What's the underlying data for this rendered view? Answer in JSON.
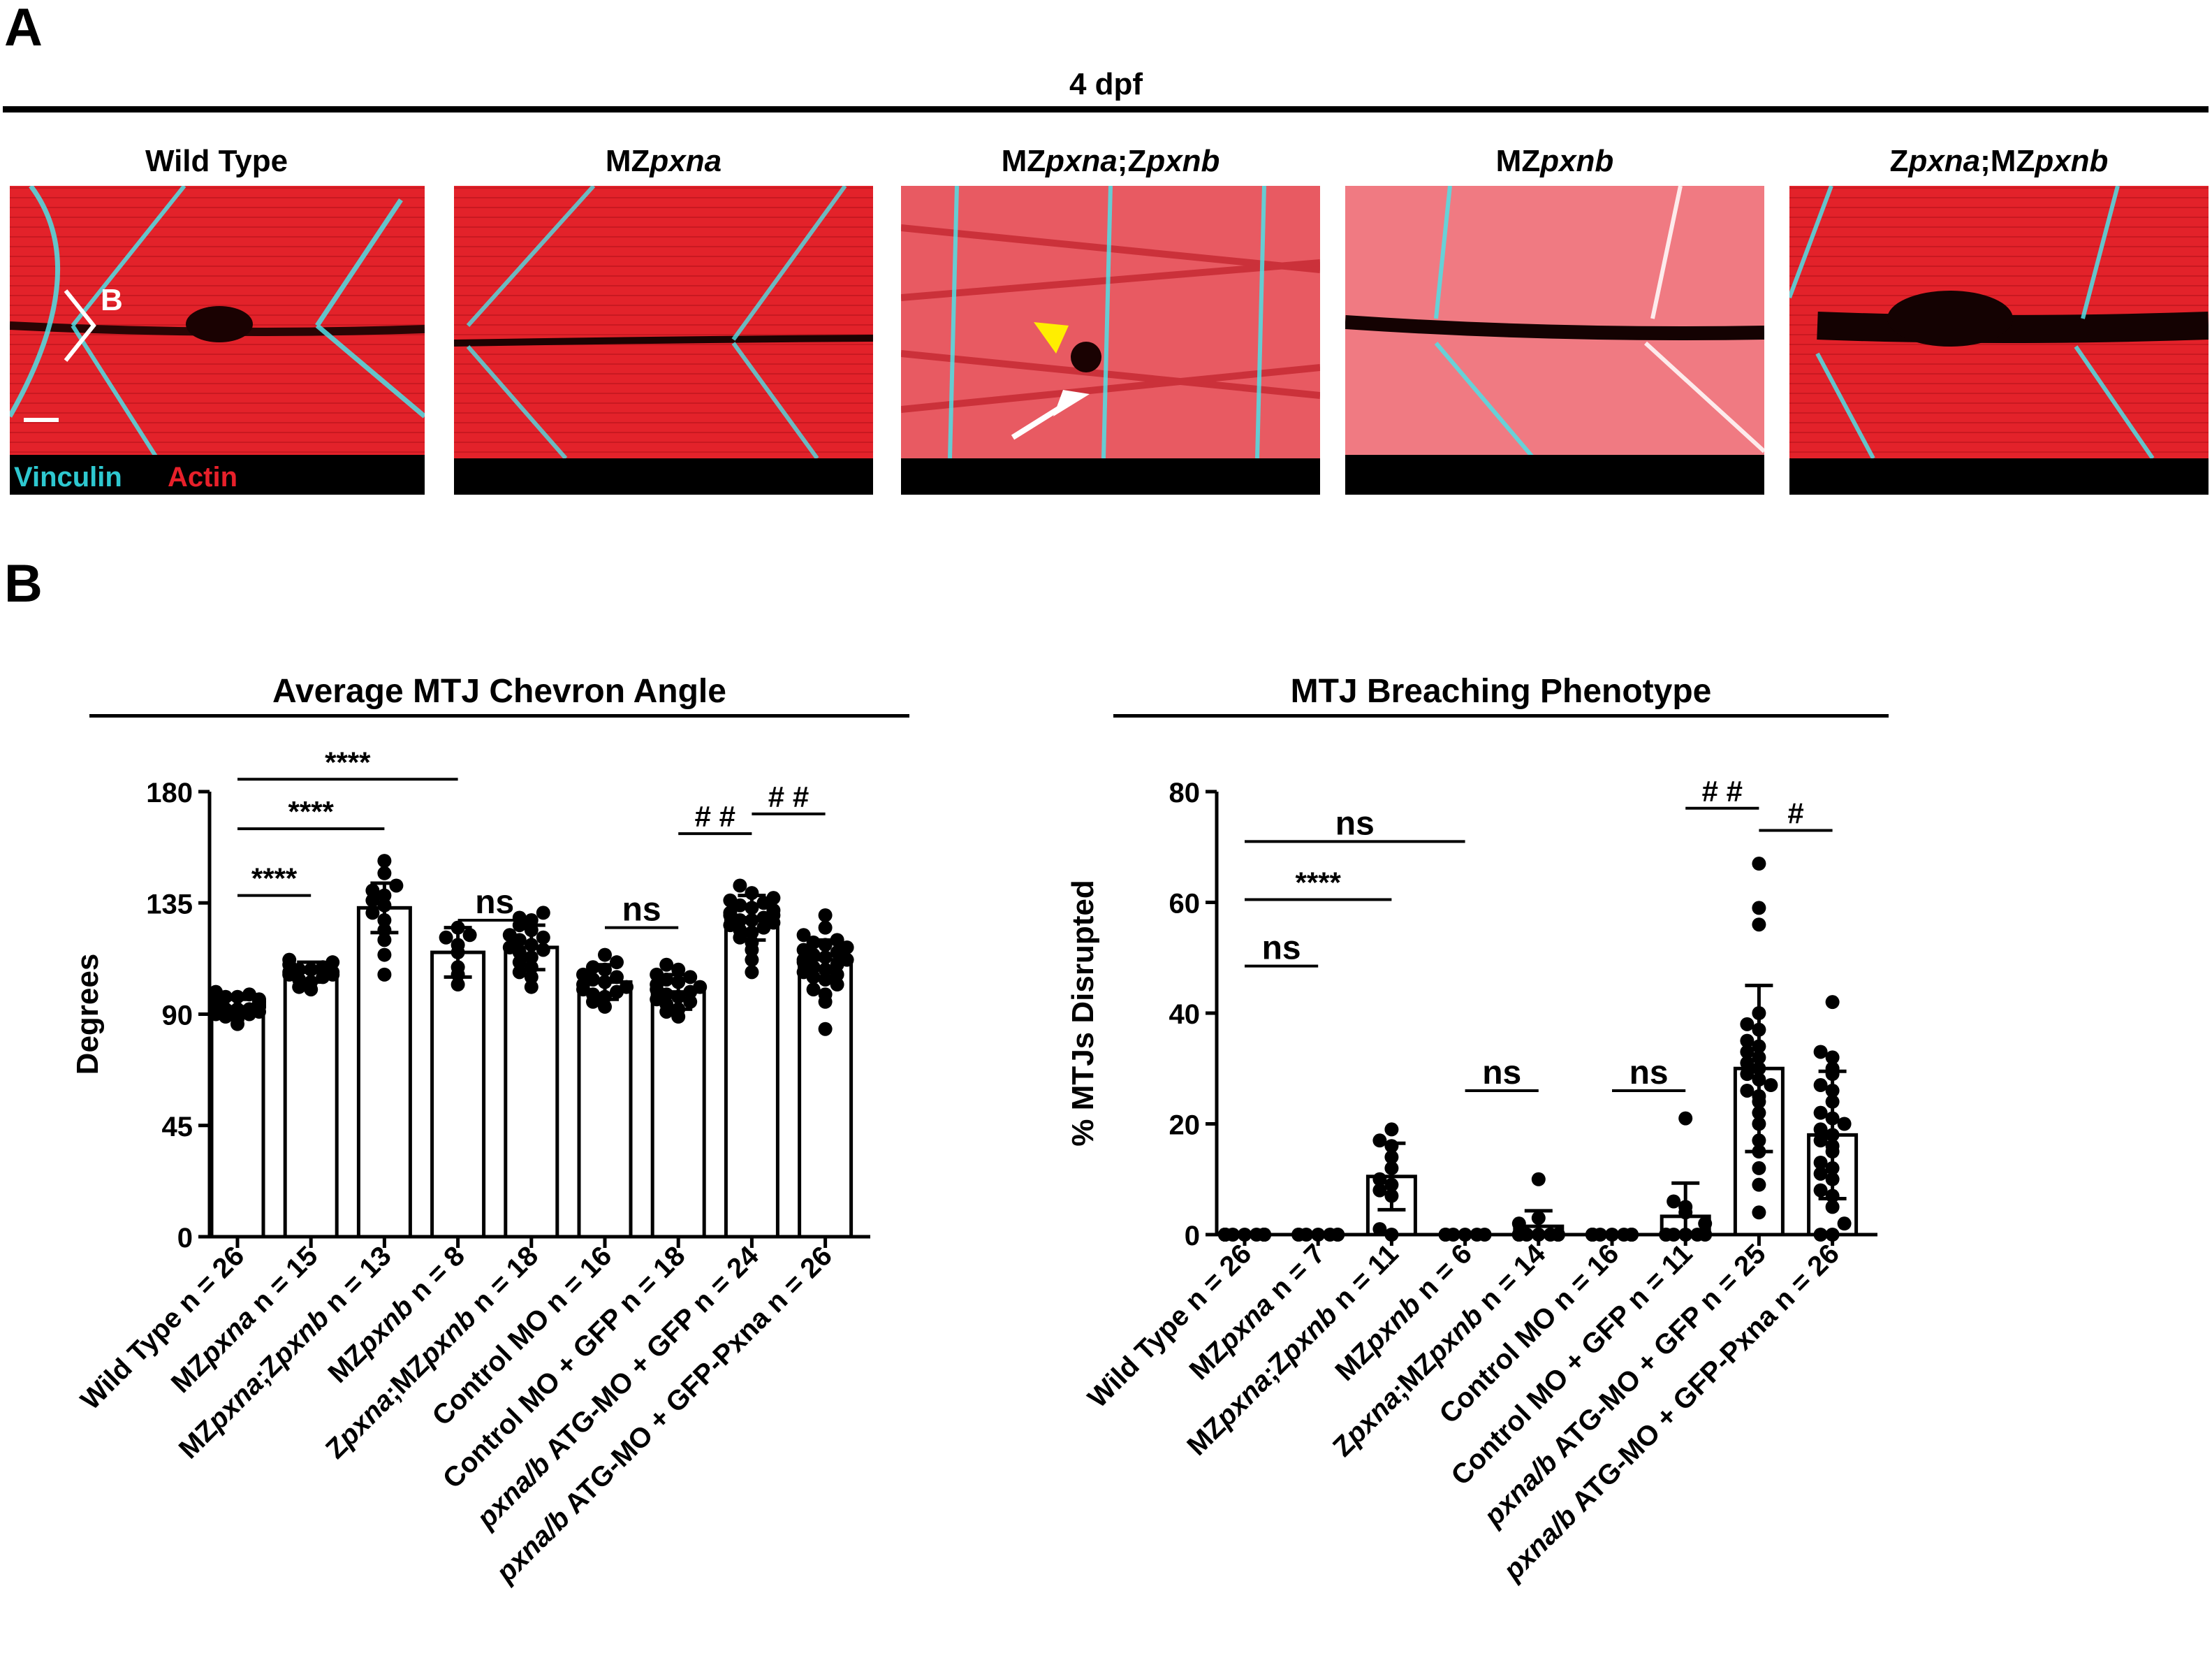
{
  "panel_a": {
    "letter": "A",
    "timepoint": "4 dpf",
    "panels": [
      {
        "title_parts": [
          {
            "t": "Wild Type",
            "i": false
          }
        ]
      },
      {
        "title_parts": [
          {
            "t": "MZ",
            "i": false
          },
          {
            "t": "pxna",
            "i": true
          }
        ]
      },
      {
        "title_parts": [
          {
            "t": "MZ",
            "i": false
          },
          {
            "t": "pxna",
            "i": true
          },
          {
            "t": ";Z",
            "i": false
          },
          {
            "t": "pxnb",
            "i": true
          }
        ]
      },
      {
        "title_parts": [
          {
            "t": "MZ",
            "i": false
          },
          {
            "t": "pxnb",
            "i": true
          }
        ]
      },
      {
        "title_parts": [
          {
            "t": "Z",
            "i": false
          },
          {
            "t": "pxna",
            "i": true
          },
          {
            "t": ";MZ",
            "i": false
          },
          {
            "t": "pxnb",
            "i": true
          }
        ]
      }
    ],
    "angle_label": "B",
    "stain_labels": [
      {
        "text": "Vinculin",
        "color": "#2ec8d0"
      },
      {
        "text": "Actin",
        "color": "#e8202a"
      }
    ],
    "colors": {
      "actin": "#e8202a",
      "vinculin": "#4fe0e6",
      "background": "#000000"
    }
  },
  "panel_b": {
    "letter": "B"
  },
  "chart_data": [
    {
      "type": "bar",
      "title": "Average MTJ Chevron Angle",
      "ylabel": "Degrees",
      "ylim": [
        0,
        180
      ],
      "yticks": [
        0,
        45,
        90,
        135,
        180
      ],
      "categories": [
        [
          {
            "t": "Wild Type n = 26",
            "i": false
          }
        ],
        [
          {
            "t": "MZ",
            "i": false
          },
          {
            "t": "pxna",
            "i": true
          },
          {
            "t": " n = 15",
            "i": false
          }
        ],
        [
          {
            "t": "MZ",
            "i": false
          },
          {
            "t": "pxna",
            "i": true
          },
          {
            "t": ";Z",
            "i": false
          },
          {
            "t": "pxnb",
            "i": true
          },
          {
            "t": " n = 13",
            "i": false
          }
        ],
        [
          {
            "t": "MZ",
            "i": false
          },
          {
            "t": "pxnb",
            "i": true
          },
          {
            "t": " n = 8",
            "i": false
          }
        ],
        [
          {
            "t": "Z",
            "i": false
          },
          {
            "t": "pxna",
            "i": true
          },
          {
            "t": ";MZ",
            "i": false
          },
          {
            "t": "pxnb",
            "i": true
          },
          {
            "t": " n = 18",
            "i": false
          }
        ],
        [
          {
            "t": "Control MO n = 16",
            "i": false
          }
        ],
        [
          {
            "t": "Control MO + GFP n = 18",
            "i": false
          }
        ],
        [
          {
            "t": "pxna/b",
            "i": true
          },
          {
            "t": " ATG-MO + GFP n = 24",
            "i": false
          }
        ],
        [
          {
            "t": "pxna/b",
            "i": true
          },
          {
            "t": " ATG-MO + GFP-Pxna n = 26",
            "i": false
          }
        ]
      ],
      "values": [
        93,
        107,
        133,
        115,
        117,
        103,
        99,
        129,
        112
      ],
      "error": [
        3,
        4,
        10,
        10,
        9,
        7,
        7,
        9,
        8
      ],
      "points": [
        [
          86,
          88,
          89,
          90,
          90,
          91,
          91,
          92,
          92,
          92,
          93,
          93,
          93,
          93,
          94,
          94,
          94,
          95,
          95,
          95,
          96,
          96,
          97,
          97,
          98,
          99
        ],
        [
          100,
          101,
          103,
          104,
          105,
          106,
          106,
          107,
          107,
          108,
          108,
          109,
          110,
          111,
          112
        ],
        [
          106,
          114,
          120,
          124,
          128,
          131,
          134,
          136,
          138,
          140,
          142,
          147,
          152
        ],
        [
          102,
          106,
          109,
          115,
          118,
          121,
          122,
          125
        ],
        [
          101,
          105,
          107,
          109,
          111,
          113,
          115,
          116,
          117,
          118,
          120,
          121,
          122,
          124,
          126,
          128,
          129,
          131
        ],
        [
          93,
          95,
          97,
          98,
          99,
          100,
          101,
          102,
          103,
          104,
          105,
          106,
          108,
          109,
          111,
          114
        ],
        [
          89,
          91,
          92,
          94,
          95,
          96,
          97,
          98,
          99,
          100,
          101,
          102,
          103,
          104,
          105,
          106,
          108,
          110
        ],
        [
          107,
          112,
          116,
          119,
          121,
          123,
          124,
          125,
          126,
          127,
          128,
          128,
          129,
          130,
          130,
          131,
          132,
          133,
          134,
          135,
          136,
          137,
          139,
          142
        ],
        [
          84,
          95,
          98,
          100,
          102,
          104,
          105,
          106,
          107,
          108,
          109,
          110,
          111,
          112,
          112,
          113,
          114,
          115,
          116,
          117,
          118,
          119,
          120,
          122,
          125,
          130
        ]
      ],
      "significance": [
        {
          "from": 0,
          "to": 1,
          "label": "****",
          "y": 138
        },
        {
          "from": 0,
          "to": 2,
          "label": "****",
          "y": 165
        },
        {
          "from": 0,
          "to": 3,
          "label": "****",
          "y": 185
        },
        {
          "from": 3,
          "to": 4,
          "label": "ns",
          "y": 128
        },
        {
          "from": 5,
          "to": 6,
          "label": "ns",
          "y": 125
        },
        {
          "from": 6,
          "to": 7,
          "label": "##",
          "y": 163
        },
        {
          "from": 7,
          "to": 8,
          "label": "##",
          "y": 171
        }
      ]
    },
    {
      "type": "bar",
      "title": "MTJ Breaching Phenotype",
      "ylabel": "% MTJs Disrupted",
      "ylim": [
        0,
        80
      ],
      "yticks": [
        0,
        20,
        40,
        60,
        80
      ],
      "categories": [
        [
          {
            "t": "Wild Type n = 26",
            "i": false
          }
        ],
        [
          {
            "t": "MZ",
            "i": false
          },
          {
            "t": "pxna",
            "i": true
          },
          {
            "t": " n = 7",
            "i": false
          }
        ],
        [
          {
            "t": "MZ",
            "i": false
          },
          {
            "t": "pxna",
            "i": true
          },
          {
            "t": ";Z",
            "i": false
          },
          {
            "t": "pxnb",
            "i": true
          },
          {
            "t": " n = 11",
            "i": false
          }
        ],
        [
          {
            "t": "MZ",
            "i": false
          },
          {
            "t": "pxnb",
            "i": true
          },
          {
            "t": " n = 6",
            "i": false
          }
        ],
        [
          {
            "t": "Z",
            "i": false
          },
          {
            "t": "pxna",
            "i": true
          },
          {
            "t": ";MZ",
            "i": false
          },
          {
            "t": "pxnb",
            "i": true
          },
          {
            "t": " n = 14",
            "i": false
          }
        ],
        [
          {
            "t": "Control MO n = 16",
            "i": false
          }
        ],
        [
          {
            "t": "Control MO + GFP n = 11",
            "i": false
          }
        ],
        [
          {
            "t": "pxna/b",
            "i": true
          },
          {
            "t": " ATG-MO + GFP n = 25",
            "i": false
          }
        ],
        [
          {
            "t": "pxna/b",
            "i": true
          },
          {
            "t": " ATG-MO + GFP-Pxna n = 26",
            "i": false
          }
        ]
      ],
      "values": [
        0,
        0,
        10.5,
        0,
        1.5,
        0,
        3.3,
        30,
        18
      ],
      "error": [
        0,
        0,
        6,
        0,
        2.8,
        0,
        6,
        15,
        11.5
      ],
      "points": [
        [
          0,
          0,
          0,
          0,
          0,
          0,
          0,
          0,
          0,
          0,
          0,
          0,
          0,
          0,
          0,
          0,
          0,
          0,
          0,
          0,
          0,
          0,
          0,
          0,
          0,
          0
        ],
        [
          0,
          0,
          0,
          0,
          0,
          0,
          0
        ],
        [
          0,
          1,
          7,
          8,
          9,
          10,
          12,
          14,
          16,
          17,
          19
        ],
        [
          0,
          0,
          0,
          0,
          0,
          0
        ],
        [
          0,
          0,
          0,
          0,
          0,
          0,
          0,
          0,
          0,
          0,
          0,
          2,
          3,
          10
        ],
        [
          0,
          0,
          0,
          0,
          0,
          0,
          0,
          0,
          0,
          0,
          0,
          0,
          0,
          0,
          0,
          0
        ],
        [
          0,
          0,
          0,
          0,
          0,
          0,
          2,
          4,
          5,
          6,
          21
        ],
        [
          4,
          9,
          12,
          15,
          17,
          20,
          22,
          24,
          25,
          26,
          27,
          28,
          29,
          30,
          31,
          32,
          33,
          34,
          35,
          37,
          38,
          40,
          56,
          59,
          67
        ],
        [
          0,
          0,
          2,
          5,
          7,
          8,
          10,
          11,
          12,
          13,
          15,
          16,
          17,
          18,
          19,
          20,
          21,
          22,
          24,
          26,
          27,
          29,
          30,
          32,
          33,
          42
        ]
      ],
      "significance": [
        {
          "from": 0,
          "to": 1,
          "label": "ns",
          "y": 48.5
        },
        {
          "from": 0,
          "to": 2,
          "label": "****",
          "y": 60.5
        },
        {
          "from": 0,
          "to": 3,
          "label": "ns",
          "y": 71
        },
        {
          "from": 3,
          "to": 4,
          "label": "ns",
          "y": 26
        },
        {
          "from": 5,
          "to": 6,
          "label": "ns",
          "y": 26
        },
        {
          "from": 6,
          "to": 7,
          "label": "##",
          "y": 77
        },
        {
          "from": 7,
          "to": 8,
          "label": "#",
          "y": 73
        }
      ]
    }
  ]
}
